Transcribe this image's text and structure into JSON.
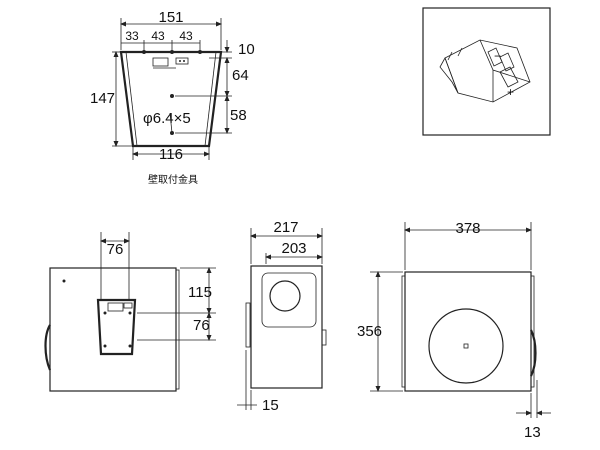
{
  "bracket": {
    "width_top": "151",
    "seg_a": "33",
    "seg_b": "43",
    "seg_c": "43",
    "dim_right_top": "10",
    "height": "147",
    "dim_right_mid": "64",
    "hole_spec": "φ6.4×5",
    "dim_right_low": "58",
    "width_bottom": "116",
    "caption": "壁取付金具"
  },
  "terminal": {
    "minus": "−",
    "plus": "+"
  },
  "rear_view": {
    "width": "76",
    "dim_a": "115",
    "dim_b": "76"
  },
  "side_view": {
    "depth_total": "217",
    "depth_body": "203",
    "offset": "15"
  },
  "front_view": {
    "width": "378",
    "height": "356",
    "offset": "13"
  }
}
